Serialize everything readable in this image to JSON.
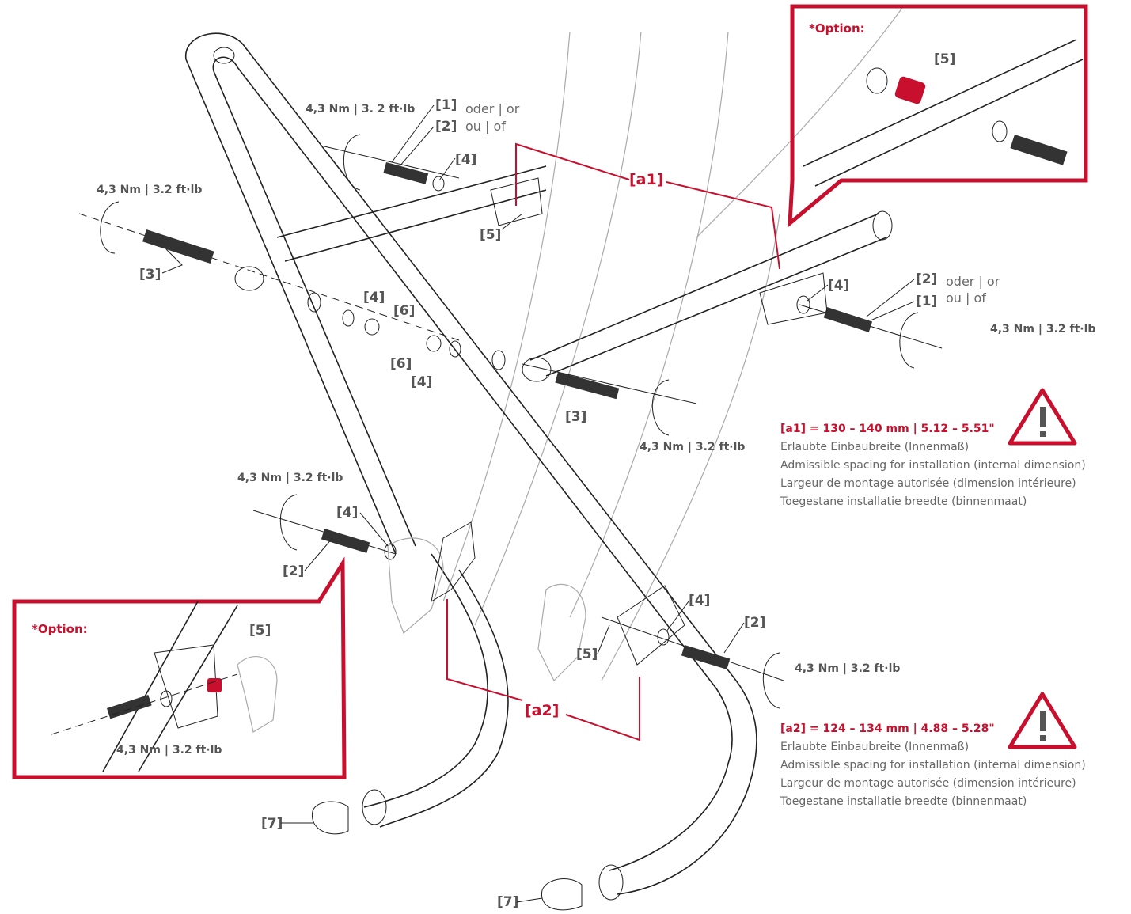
{
  "colors": {
    "accent": "#c8102e",
    "label": "#555555",
    "text": "#666666",
    "line": "#222222"
  },
  "labels": {
    "l1a": "[1]",
    "l2a": "[2]",
    "alt_a1": "oder | or",
    "alt_a2": "ou | of",
    "l4a": "[4]",
    "l3a": "[3]",
    "l5a": "[5]",
    "l4b": "[4]",
    "l6a": "[6]",
    "l6b": "[6]",
    "l4c": "[4]",
    "l3b": "[3]",
    "l2b": "[2]",
    "l1b": "[1]",
    "alt_b1": "oder | or",
    "alt_b2": "ou | of",
    "l4d": "[4]",
    "l4e": "[4]",
    "l2c": "[2]",
    "l4f": "[4]",
    "l5b": "[5]",
    "l2d": "[2]",
    "l5c": "[5]",
    "l5d": "[5]",
    "l7a": "[7]",
    "l7b": "[7]"
  },
  "torques": {
    "t1": "4,3 Nm | 3. 2 ft·lb",
    "t2": "4,3 Nm | 3.2 ft·lb",
    "t3": "4,3 Nm | 3.2 ft·lb",
    "t4": "4,3 Nm | 3.2 ft·lb",
    "t5": "4,3 Nm | 3.2 ft·lb",
    "t6": "4,3 Nm | 3.2 ft·lb",
    "t7": "4,3 Nm | 3.2 ft·lb"
  },
  "options": {
    "top": "*Option:",
    "bottom": "*Option:"
  },
  "dimensions": {
    "a1": "[a1]",
    "a2": "[a2]"
  },
  "specs": [
    {
      "title": "[a1] = 130 – 140 mm | 5.12 – 5.51\"",
      "lines": [
        "Erlaubte Einbaubreite (Innenmaß)",
        "Admissible spacing for installation (internal dimension)",
        "Largeur de montage autorisée (dimension intérieure)",
        "Toegestane installatie breedte (binnenmaat)"
      ]
    },
    {
      "title": "[a2] = 124 – 134 mm | 4.88 – 5.28\"",
      "lines": [
        "Erlaubte Einbaubreite (Innenmaß)",
        "Admissible spacing for installation (internal dimension)",
        "Largeur de montage autorisée (dimension intérieure)",
        "Toegestane installatie breedte (binnenmaat)"
      ]
    }
  ],
  "icons": {
    "warning": "warning-triangle-icon",
    "rotation": "rotation-arrow-icon"
  }
}
